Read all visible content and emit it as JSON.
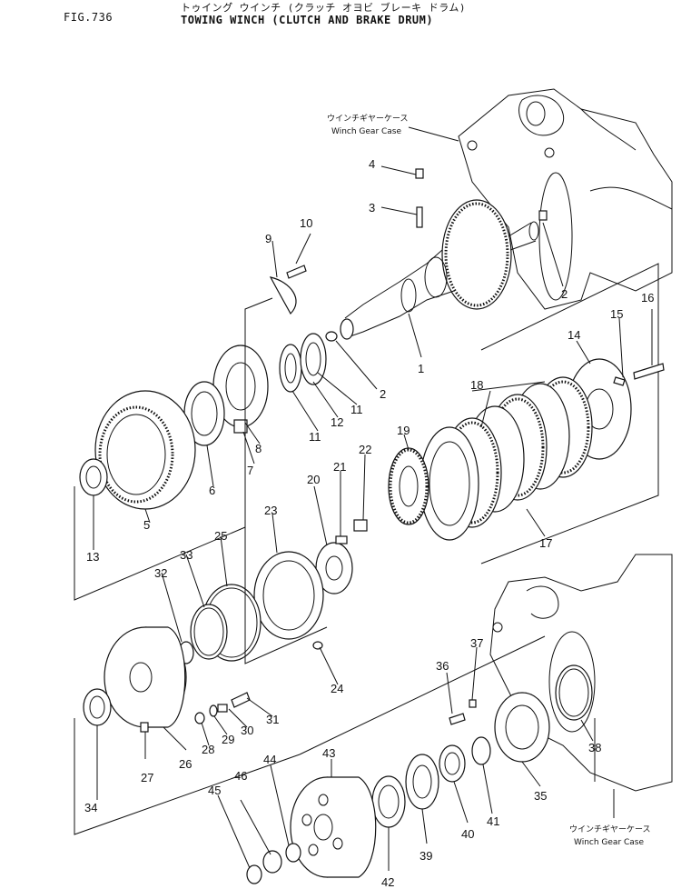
{
  "header": {
    "fig": "FIG.736",
    "title_jp": "トゥイング゙ ウインチ (クラッチ オヨビ ブレーキ ドラム)",
    "title_en": "TOWING WINCH (CLUTCH AND BRAKE DRUM)"
  },
  "labels": {
    "gear_case_top_jp": "ウインチギヤーケース",
    "gear_case_top_en": "Winch Gear Case",
    "gear_case_bottom_jp": "ウインチギヤーケース",
    "gear_case_bottom_en": "Winch Gear Case"
  },
  "callouts": [
    "1",
    "2",
    "2",
    "3",
    "4",
    "5",
    "6",
    "7",
    "8",
    "9",
    "10",
    "11",
    "11",
    "12",
    "13",
    "14",
    "15",
    "16",
    "17",
    "18",
    "19",
    "20",
    "21",
    "22",
    "23",
    "24",
    "25",
    "26",
    "27",
    "28",
    "29",
    "30",
    "31",
    "32",
    "33",
    "34",
    "35",
    "36",
    "37",
    "38",
    "39",
    "40",
    "41",
    "42",
    "43",
    "44",
    "45",
    "46"
  ]
}
